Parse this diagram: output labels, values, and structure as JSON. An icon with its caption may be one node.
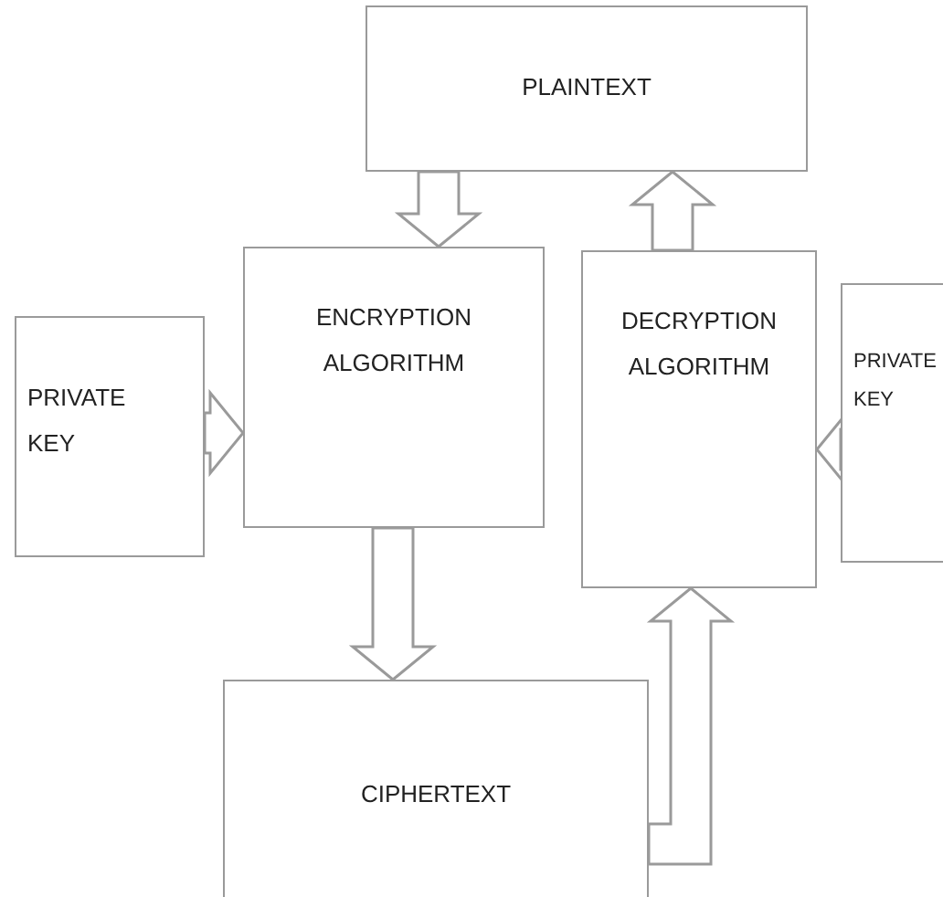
{
  "diagram": {
    "nodes": [
      {
        "text": [
          "PLAINTEXT"
        ]
      },
      {
        "text": [
          "PRIVATE KEY"
        ]
      },
      {
        "text": [
          "ENCRYPTION ALGORITHM"
        ]
      },
      {
        "text": [
          "DECRYPTION ALGORITHM"
        ]
      },
      {
        "text": [
          "PRIVATE KEY"
        ]
      },
      {
        "text": [
          "CIPHERTEXT"
        ]
      }
    ],
    "edges": [
      {
        "from": 0,
        "to": 2,
        "arrow": "to"
      },
      {
        "from": 3,
        "to": 0,
        "arrow": "to"
      },
      {
        "from": 1,
        "to": 2,
        "arrow": "to"
      },
      {
        "from": 4,
        "to": 3,
        "arrow": "to"
      },
      {
        "from": 2,
        "to": 5,
        "arrow": "to"
      },
      {
        "from": 5,
        "to": 3,
        "arrow": "to"
      }
    ]
  }
}
